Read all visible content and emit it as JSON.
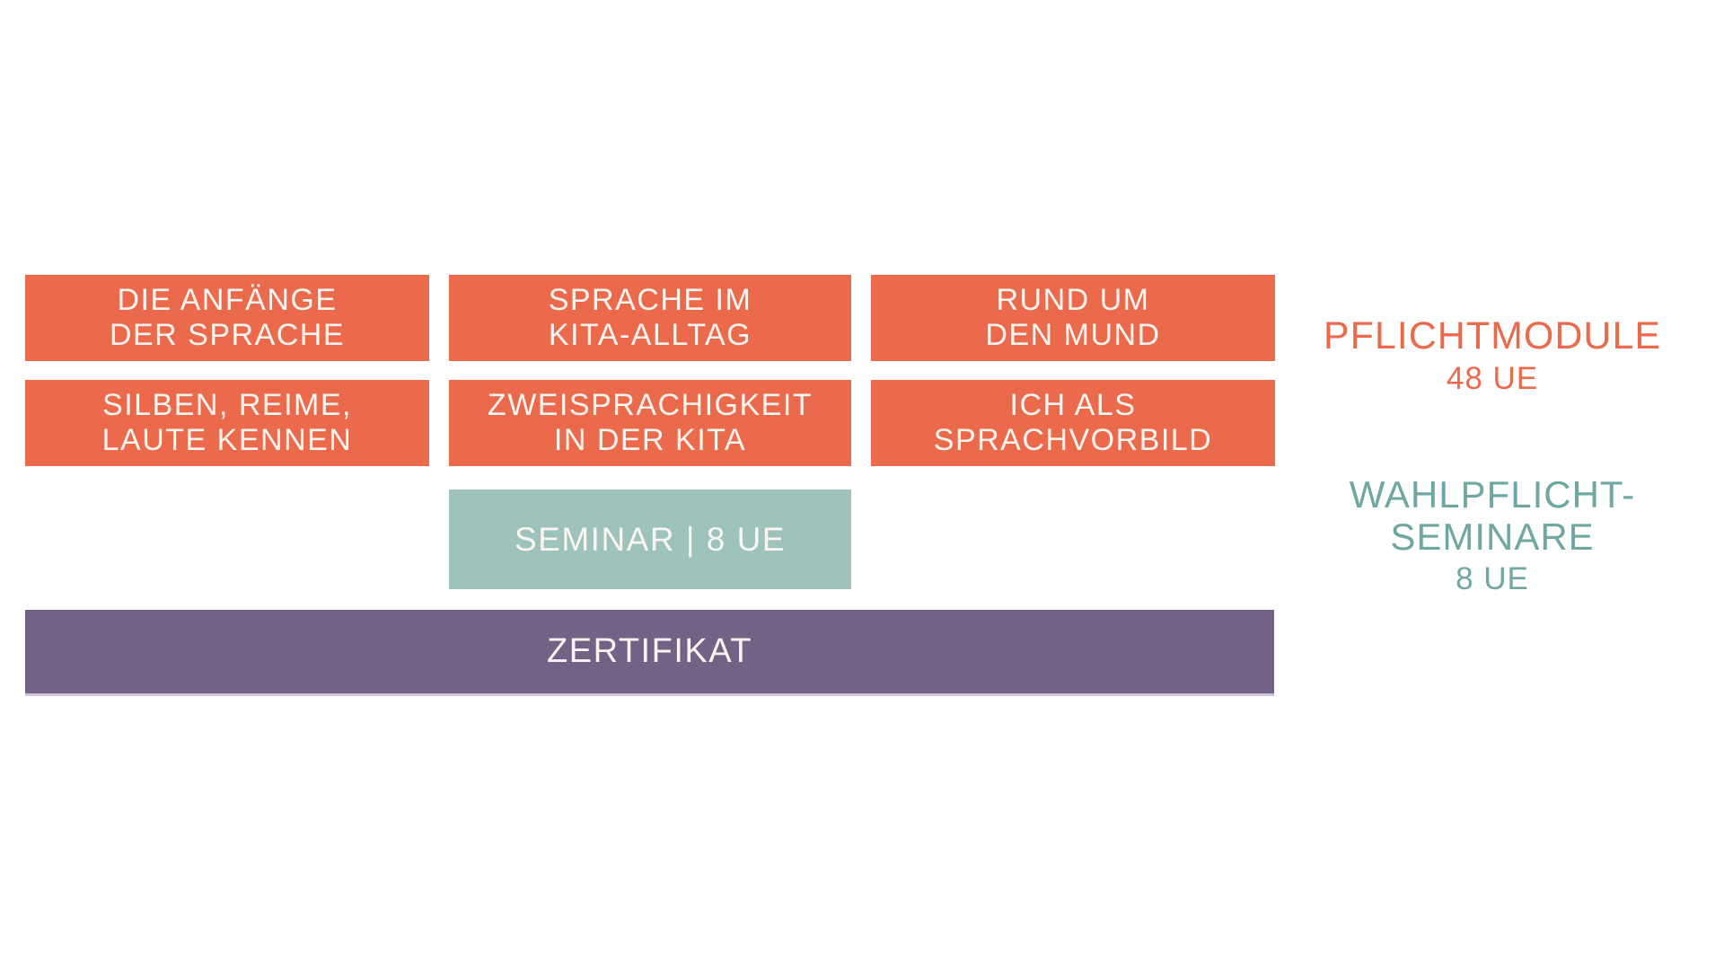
{
  "modules": {
    "m1": {
      "line1": "DIE ANFÄNGE",
      "line2": "DER SPRACHE"
    },
    "m2": {
      "line1": "SPRACHE IM",
      "line2": "KITA-ALLTAG"
    },
    "m3": {
      "line1": "RUND UM",
      "line2": "DEN MUND"
    },
    "m4": {
      "line1": "SILBEN, REIME,",
      "line2": "LAUTE KENNEN"
    },
    "m5": {
      "line1": "ZWEISPRACHIGKEIT",
      "line2": "IN DER KITA"
    },
    "m6": {
      "line1": "ICH ALS",
      "line2": "SPRACHVORBILD"
    }
  },
  "seminar": {
    "label": "SEMINAR | 8 UE"
  },
  "certificate": {
    "label": "ZERTIFIKAT"
  },
  "legend": {
    "pflicht": {
      "title": "PFLICHTMODULE",
      "subtitle": "48 UE"
    },
    "wahlpflicht": {
      "line1": "WAHLPFLICHT-",
      "line2": "SEMINARE",
      "subtitle": "8 UE"
    }
  },
  "colors": {
    "module_box": "#EB6A4C",
    "seminar_box": "#9EC3BD",
    "certificate_bar": "#716286",
    "certificate_bottom_edge": "#CEC6D8",
    "box_text": "#FAF5F1",
    "legend_pflicht_text": "#EB6A4C",
    "legend_wahlpflicht_text": "#6FA7A2",
    "background": "#FFFFFF"
  }
}
